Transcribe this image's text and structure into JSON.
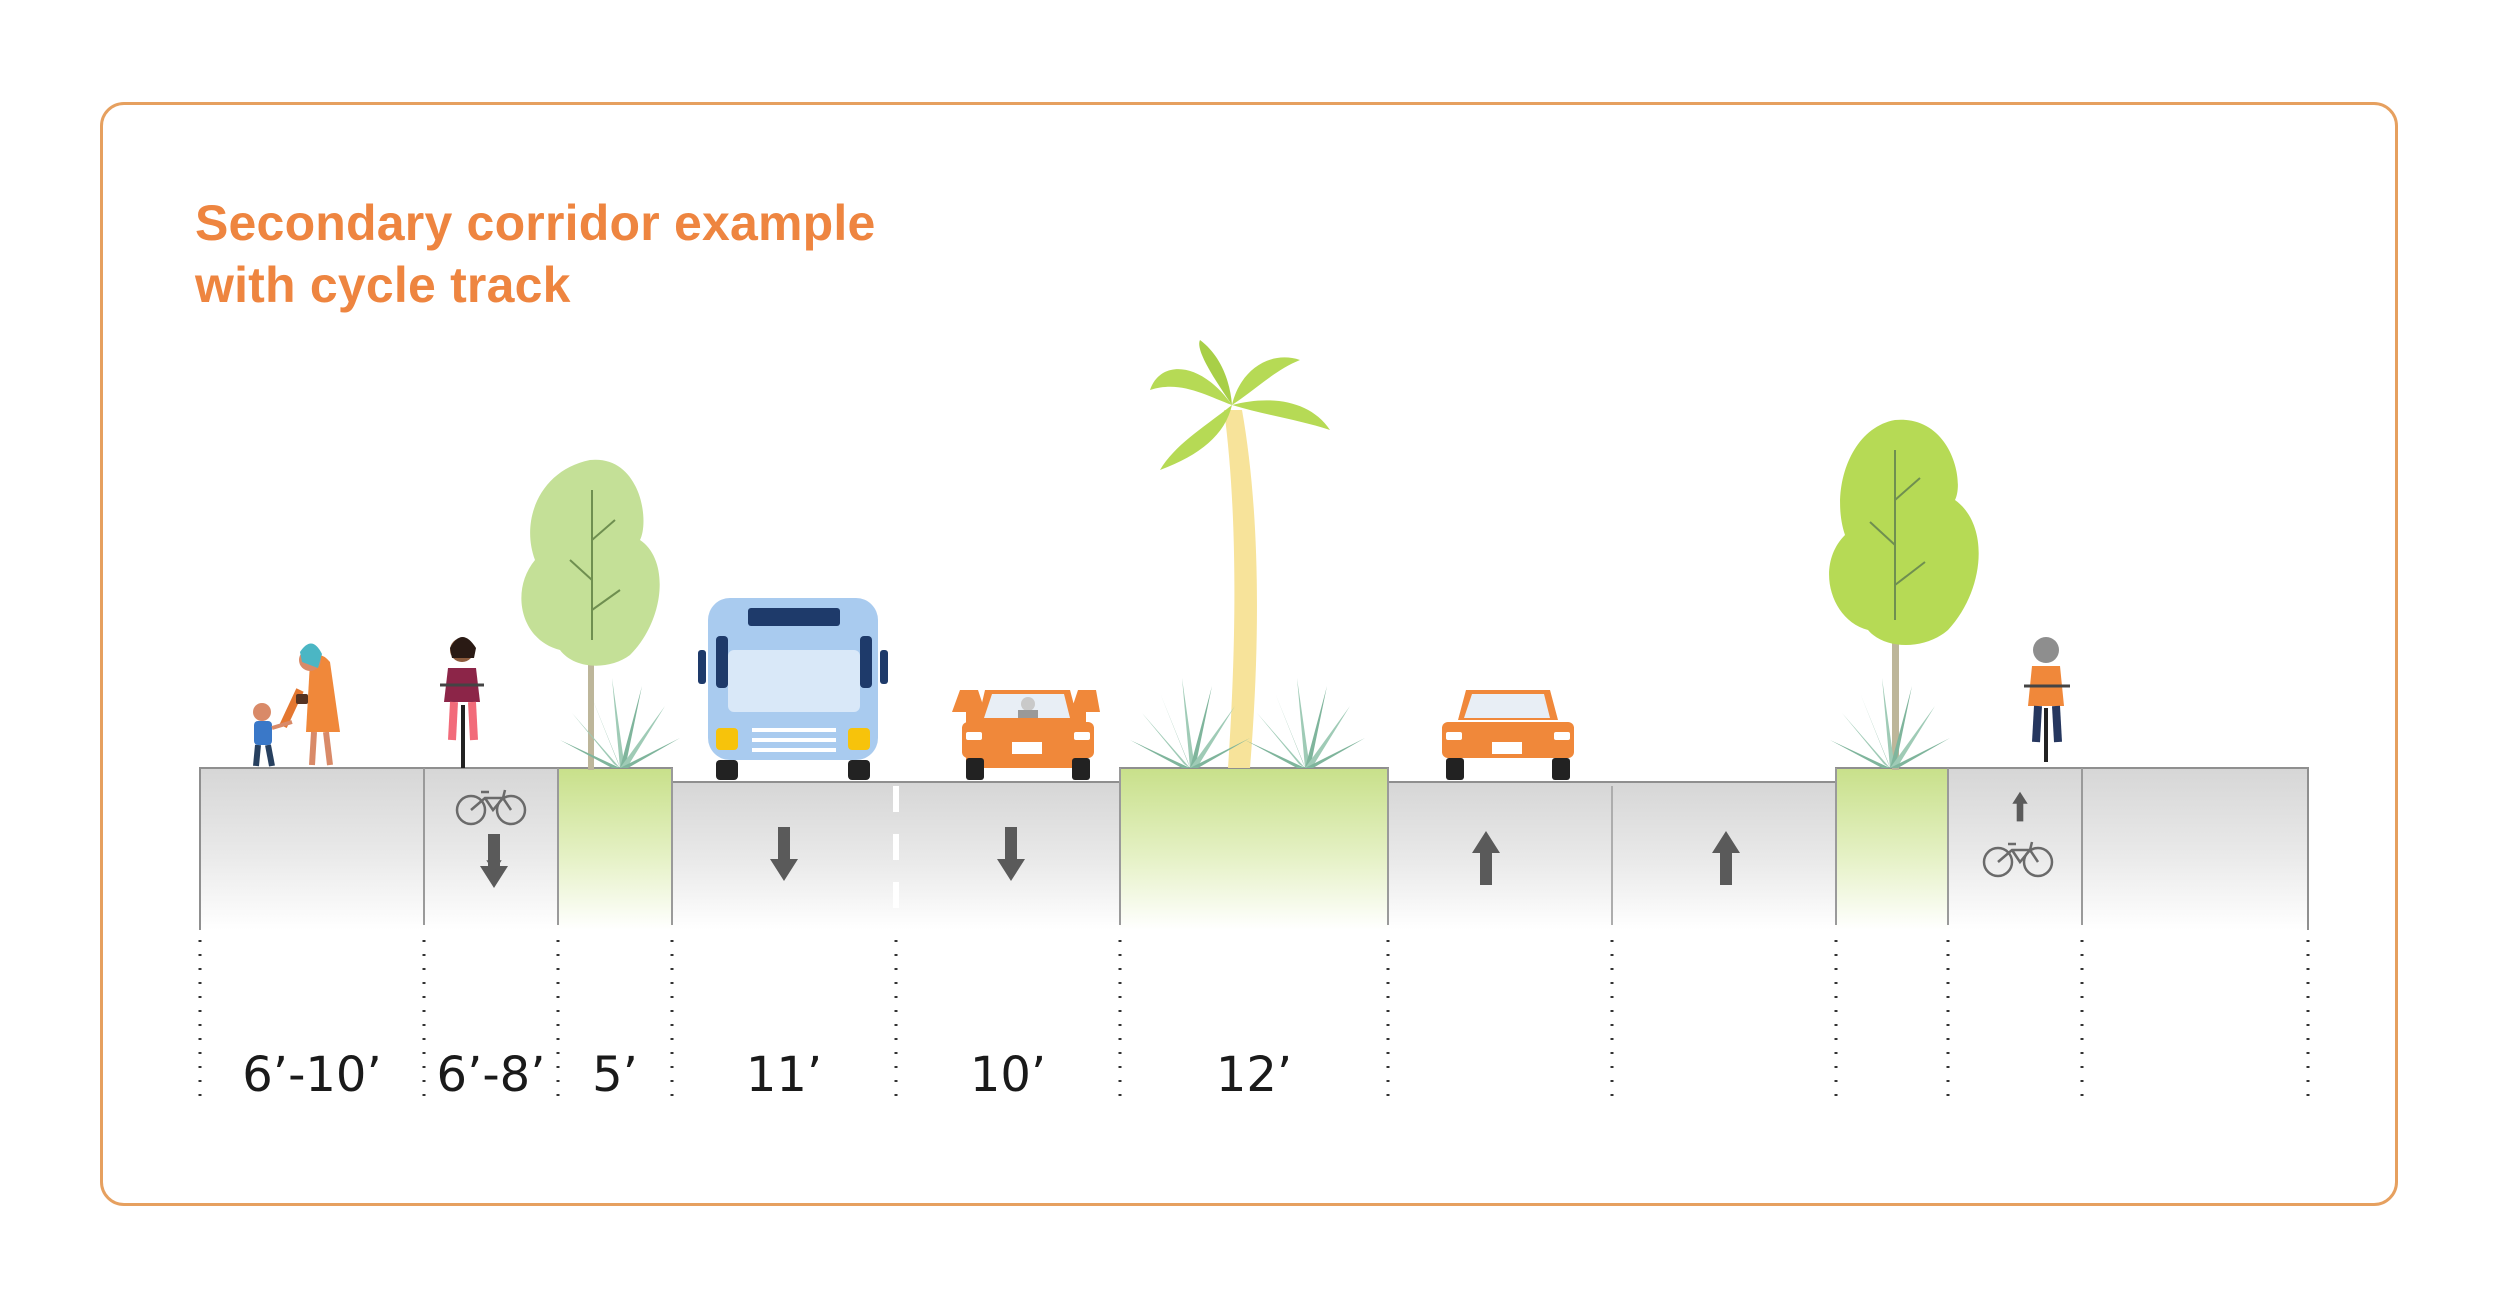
{
  "title": {
    "line1": "Secondary corridor example",
    "line2": "with cycle track"
  },
  "colors": {
    "frame": "#E6A05F",
    "title": "#EE8540",
    "pavement": "#D8D8D8",
    "planting": "#C8E08A",
    "tree": "#B6DA55",
    "palm": "#F7E39A",
    "car": "#F0883A",
    "bus": "#A9CBEF",
    "arrow": "#5A5A5A"
  },
  "segments": [
    {
      "id": "sidewalk",
      "width_label": "6’-10’",
      "icon": "pedestrians-icon"
    },
    {
      "id": "cycle-track-left",
      "width_label": "6’-8’",
      "icon": "bicycle-icon",
      "direction": "down"
    },
    {
      "id": "planting-left",
      "width_label": "5’",
      "icon": "tree-icon"
    },
    {
      "id": "bus-lane",
      "width_label": "11’",
      "icon": "bus-icon",
      "direction": "down"
    },
    {
      "id": "travel-lane-left",
      "width_label": "10’",
      "icon": "car-icon",
      "direction": "down"
    },
    {
      "id": "median",
      "width_label": "12’",
      "icon": "palm-tree-icon"
    },
    {
      "id": "travel-lane-right-1",
      "width_label": "",
      "icon": "car-icon",
      "direction": "up"
    },
    {
      "id": "travel-lane-right-2",
      "width_label": "",
      "direction": "up"
    },
    {
      "id": "planting-right",
      "width_label": "",
      "icon": "tree-icon"
    },
    {
      "id": "cycle-track-right",
      "width_label": "",
      "icon": "bicycle-icon",
      "direction": "up"
    },
    {
      "id": "sidewalk-right",
      "width_label": ""
    }
  ]
}
